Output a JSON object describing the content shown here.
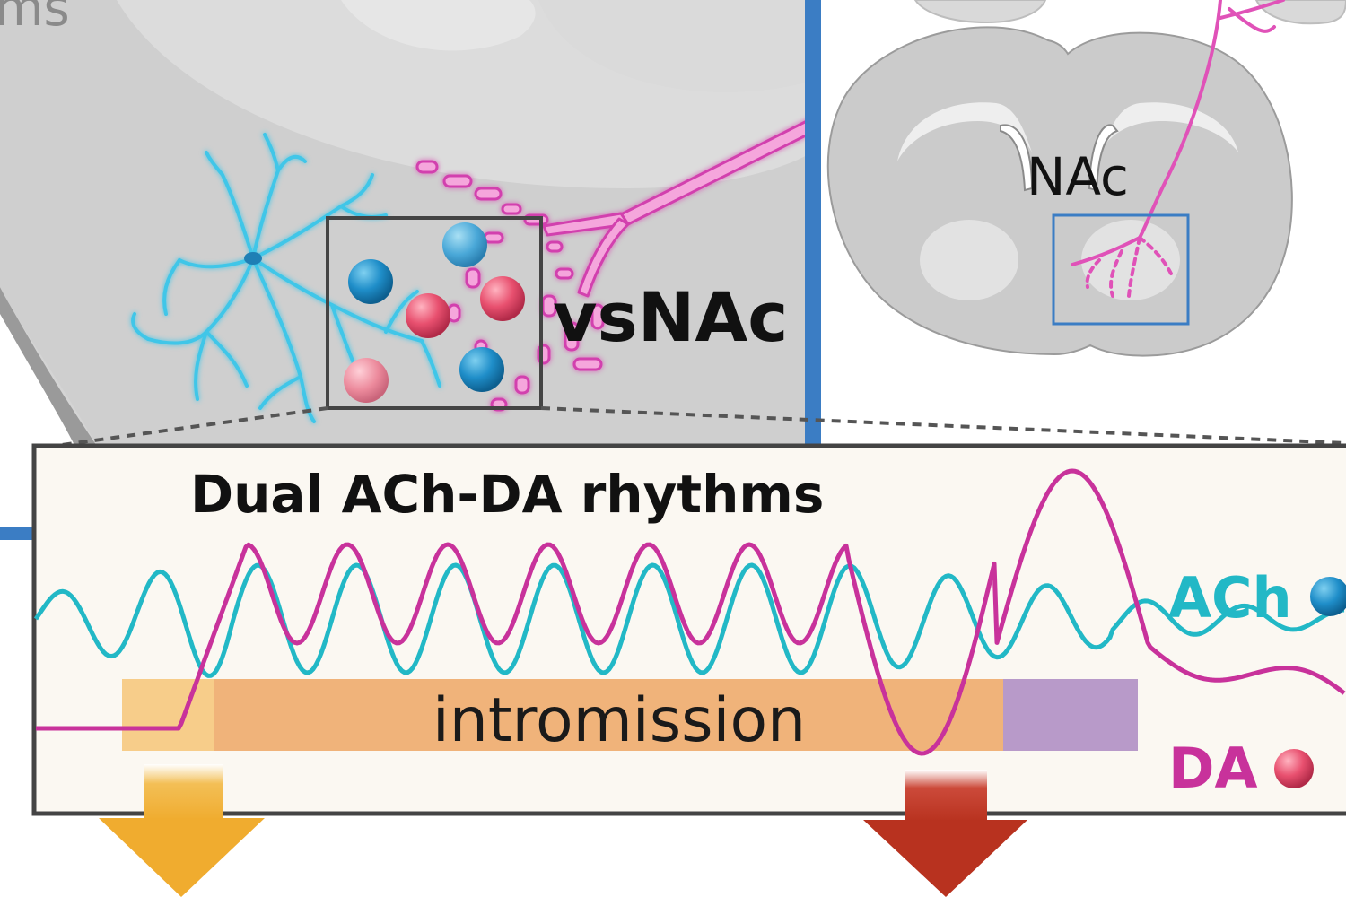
{
  "left_panel": {
    "partial_title": "ms",
    "region_label": "vsNAc"
  },
  "right_panel": {
    "region_label": "NAc"
  },
  "rhythm_panel": {
    "title": "Dual ACh-DA rhythms",
    "phase_label": "intromission",
    "legend": {
      "ach": "ACh",
      "da": "DA"
    }
  },
  "colors": {
    "ach": "#22b8c6",
    "da": "#c8329b",
    "axon": "#e052b8",
    "dendrite": "#3fc6e8",
    "panel_border": "#3b7dc4",
    "phase_early": "#f7cd8a",
    "phase_intromission": "#f0b37a",
    "phase_late": "#b89ac9",
    "arrow_left": "#f0b23c",
    "arrow_right": "#c0392b",
    "ach_ball": "#1f8ec9",
    "da_ball": "#e8506f"
  },
  "icons": [
    "ach-vesicle-icon",
    "da-vesicle-icon",
    "down-arrow-icon"
  ]
}
